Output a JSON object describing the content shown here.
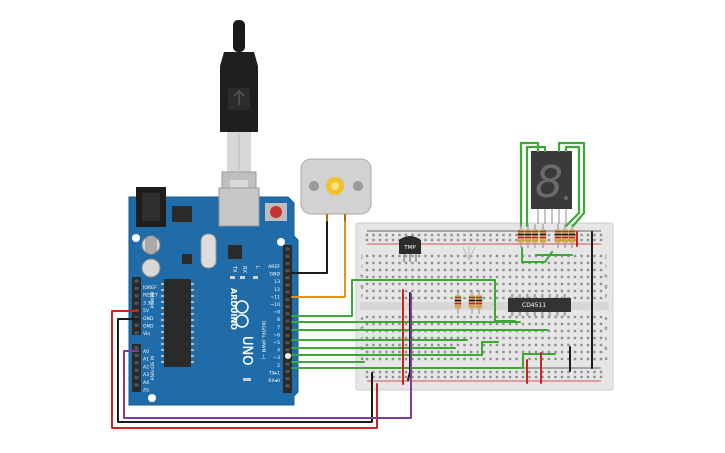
{
  "arduino": {
    "brand": "ARDUINO",
    "model": "UNO",
    "power_header": [
      "IOREF",
      "RESET",
      "3.3V",
      "5V",
      "GND",
      "GND",
      "Vin"
    ],
    "analog_header": [
      "A0",
      "A1",
      "A2",
      "A3",
      "A4",
      "A5"
    ],
    "power_label": "POWER",
    "analog_label": "ANALOG IN",
    "digital_header": [
      "AREF",
      "GND",
      "13",
      "12",
      "~11",
      "~10",
      "~9",
      "8",
      "7",
      "~6",
      "~5",
      "4",
      "~3",
      "2",
      "TX▸1",
      "RX◂0"
    ],
    "digital_label": "DIGITAL (PWM ~)",
    "leds": [
      "TX",
      "RX",
      "L"
    ]
  },
  "sensor": {
    "label": "TMP"
  },
  "ic": {
    "label": "CD4511"
  },
  "breadboard": {
    "row_letters_top": [
      "j",
      "i",
      "h",
      "g",
      "f"
    ],
    "row_letters_bottom": [
      "e",
      "d",
      "c",
      "b",
      "a"
    ]
  },
  "display": {
    "digit": "8"
  },
  "colors": {
    "board": "#1f6ca8",
    "breadboard": "#e6e6e6",
    "wire_green": "#3aaa35",
    "wire_red": "#d12020",
    "wire_black": "#1b1b1b",
    "wire_orange": "#e8901c",
    "wire_purple": "#7b3f99",
    "display": "#3a3a3a"
  }
}
